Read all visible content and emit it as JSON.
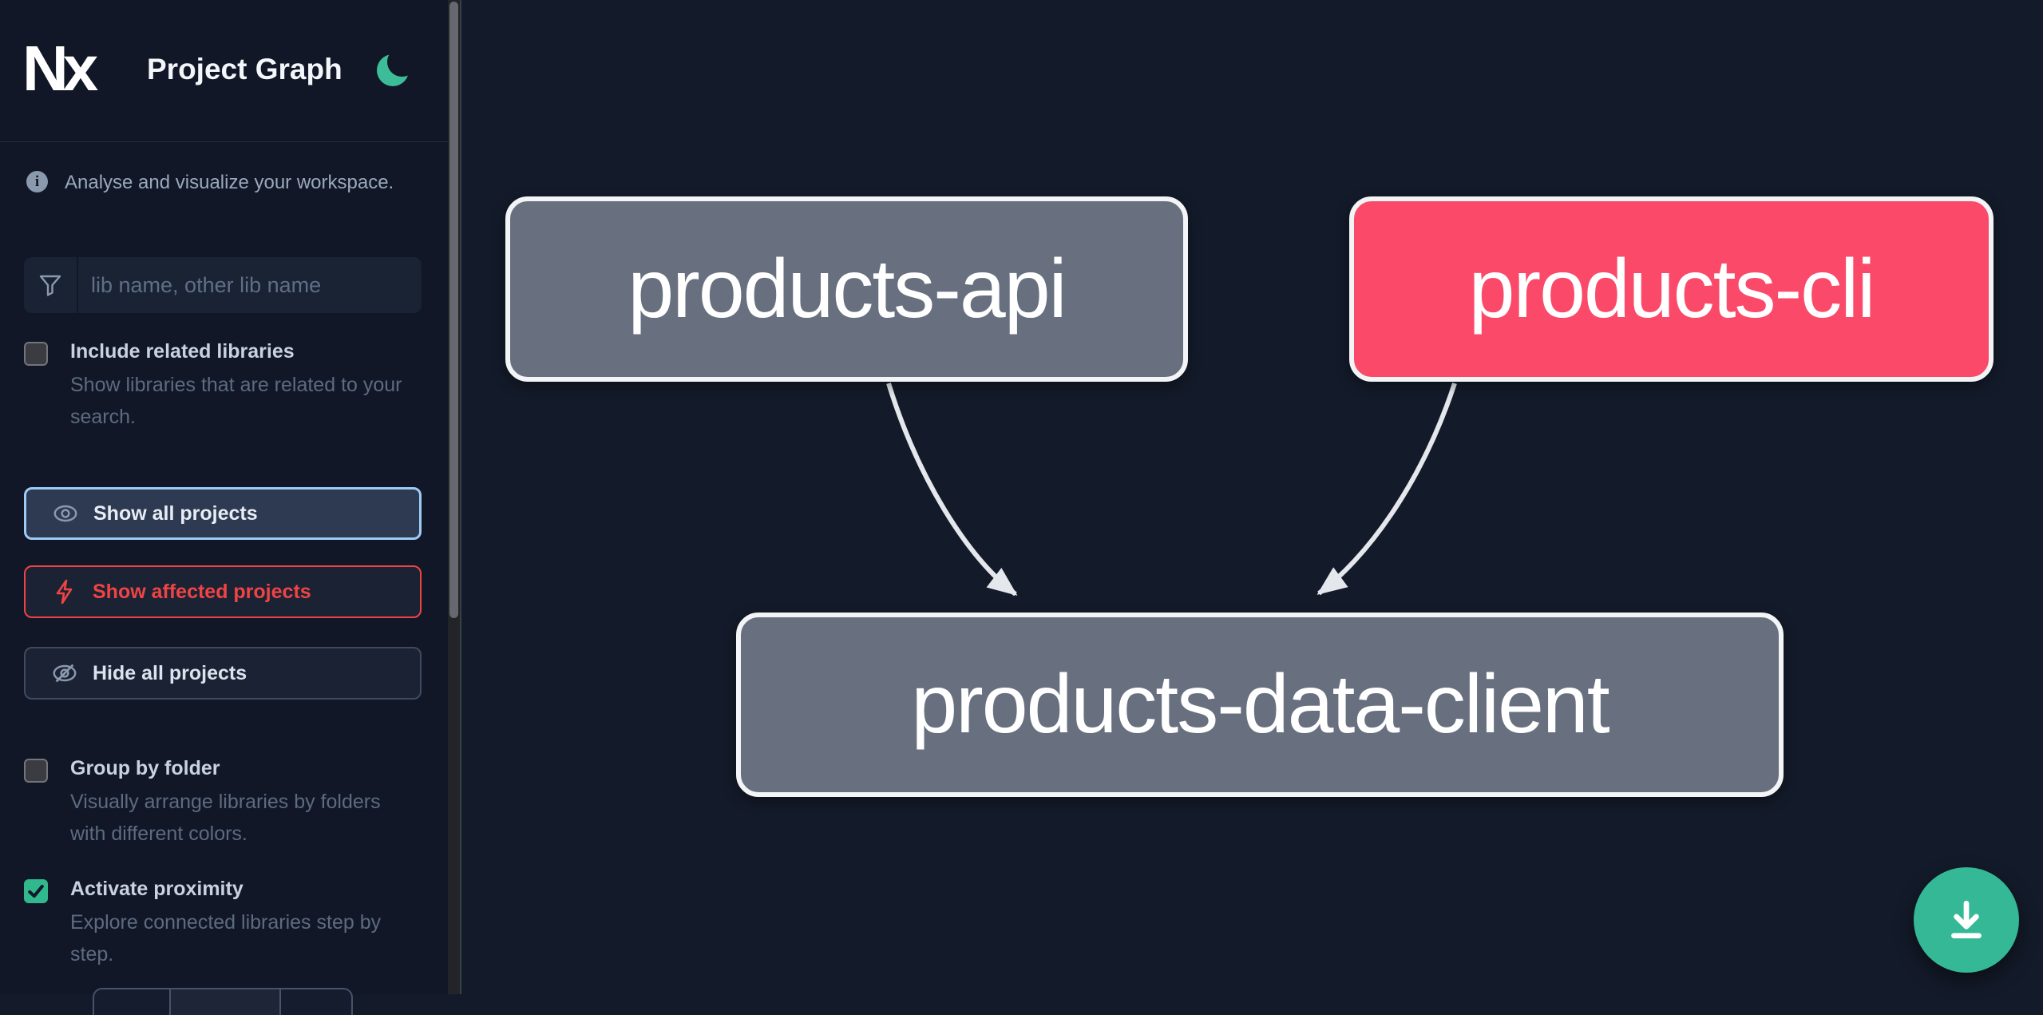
{
  "header": {
    "app_name": "Nx",
    "title": "Project Graph",
    "theme_toggle_icon": "moon-icon"
  },
  "sidebar": {
    "tagline": "Analyse and visualize your workspace.",
    "search": {
      "icon": "funnel-icon",
      "placeholder": "lib name, other lib name",
      "value": ""
    },
    "include_related": {
      "label": "Include related libraries",
      "description": "Show libraries that are related to your search.",
      "checked": false
    },
    "actions": [
      {
        "label": "Show all projects",
        "icon": "eye-icon",
        "state": "selected"
      },
      {
        "label": "Show affected projects",
        "icon": "bolt-icon",
        "state": "affected"
      },
      {
        "label": "Hide all projects",
        "icon": "eye-off-icon",
        "state": "default"
      }
    ],
    "group_by_folder": {
      "label": "Group by folder",
      "description": "Visually arrange libraries by folders with different colors.",
      "checked": false
    },
    "activate_proximity": {
      "label": "Activate proximity",
      "description": "Explore connected libraries step by step.",
      "checked": true
    }
  },
  "graph": {
    "nodes": [
      {
        "label": "products-api",
        "type": "normal"
      },
      {
        "label": "products-cli",
        "type": "affected"
      },
      {
        "label": "products-data-client",
        "type": "normal"
      }
    ],
    "edges": [
      {
        "source": "products-api",
        "target": "products-data-client"
      },
      {
        "source": "products-cli",
        "target": "products-data-client"
      }
    ]
  },
  "fab": {
    "icon": "download-icon"
  },
  "colors": {
    "node_fill": "#68707f",
    "affected_node_fill": "#fb4a69",
    "node_border": "#f2f4f6",
    "edge": "#e4e7eb",
    "accent_green": "#34b895",
    "selected_ring": "#9ecbf5",
    "affected_red": "#ef4444",
    "sidebar_bg": "#111726",
    "canvas_bg": "#131a29"
  }
}
